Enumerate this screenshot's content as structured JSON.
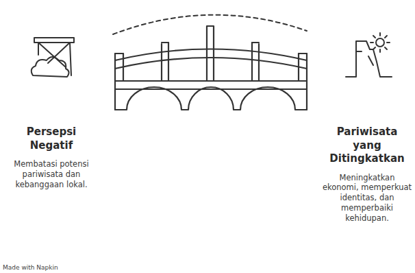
{
  "diagram": {
    "nodes": [
      {
        "text": [
          "Persepsi Negatif",
          "Membatasi potensi pariwisata dan kebanggaan lokal."
        ]
      },
      {
        "text": [
          "Pariwisata yang Ditingkatkan",
          "Meningkatkan ekonomi, memperkuat identitas, dan memperbaiki kehidupan."
        ]
      }
    ],
    "labels": [
      "Made with Napkin"
    ]
  }
}
